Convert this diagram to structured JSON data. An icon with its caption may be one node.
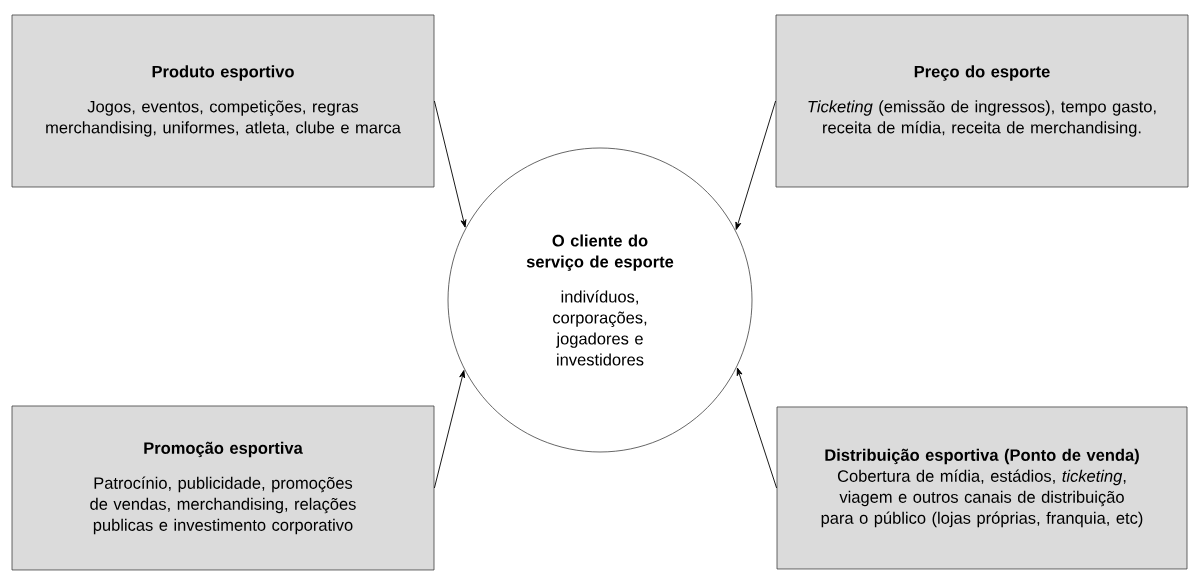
{
  "diagram": {
    "nodes": [
      {
        "text": [
          "Produto esportivo",
          "Jogos, eventos, competições, regras merchandising, uniformes, atleta, clube e marca"
        ]
      },
      {
        "text": [
          "Preço do esporte",
          "*Ticketing* (emissão de ingressos), tempo gasto, receita de mídia, receita de merchandising."
        ]
      },
      {
        "text": [
          "O cliente do serviço de esporte",
          "indivíduos, corporações, jogadores e investidores"
        ]
      },
      {
        "text": [
          "Promoção esportiva",
          "Patrocínio, publicidade, promoções de vendas, merchandising, relações publicas e investimento corporativo"
        ]
      },
      {
        "text": [
          "Distribuição esportiva (Ponto de venda)",
          "Cobertura de mídia, estádios, *ticketing*, viagem e outros canais de distribuição para o público (lojas próprias, franquia, etc)"
        ]
      }
    ],
    "edges": [
      {
        "from": 0,
        "to": 2,
        "arrow": "to"
      },
      {
        "from": 1,
        "to": 2,
        "arrow": "to"
      },
      {
        "from": 3,
        "to": 2,
        "arrow": "to"
      },
      {
        "from": 4,
        "to": 2,
        "arrow": "to"
      }
    ]
  }
}
